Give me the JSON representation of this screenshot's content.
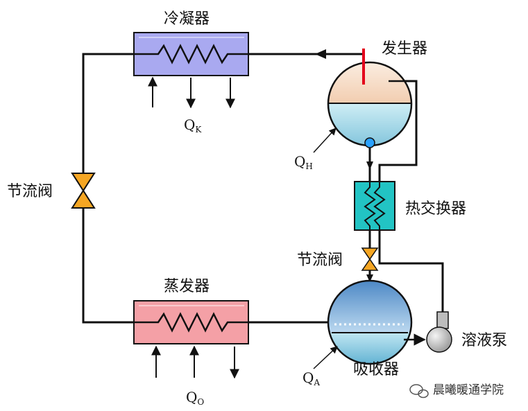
{
  "labels": {
    "condenser": "冷凝器",
    "generator": "发生器",
    "throttle_left": "节流阀",
    "heat_exchanger": "热交换器",
    "throttle_right": "节流阀",
    "evaporator": "蒸发器",
    "absorber": "吸收器",
    "pump": "溶液泵"
  },
  "heat_flows": {
    "qk": {
      "main": "Q",
      "sub": "K"
    },
    "qh": {
      "main": "Q",
      "sub": "H"
    },
    "qa": {
      "main": "Q",
      "sub": "A"
    },
    "qo": {
      "main": "Q",
      "sub": "O"
    }
  },
  "watermark": "晨曦暖通学院",
  "colors": {
    "condenser": "#a9a9f0",
    "evaporator": "#f4a0a6",
    "heat_exchanger": "#22c4c4",
    "valve": "#f5a623",
    "generator_top": "#f8e0cc",
    "liquid": "#a8dcea",
    "absorber_top": "#5c93c8",
    "pump": "#c8c8c8",
    "red_mark": "#e3001b",
    "junction_dot": "#2aa1ff"
  }
}
